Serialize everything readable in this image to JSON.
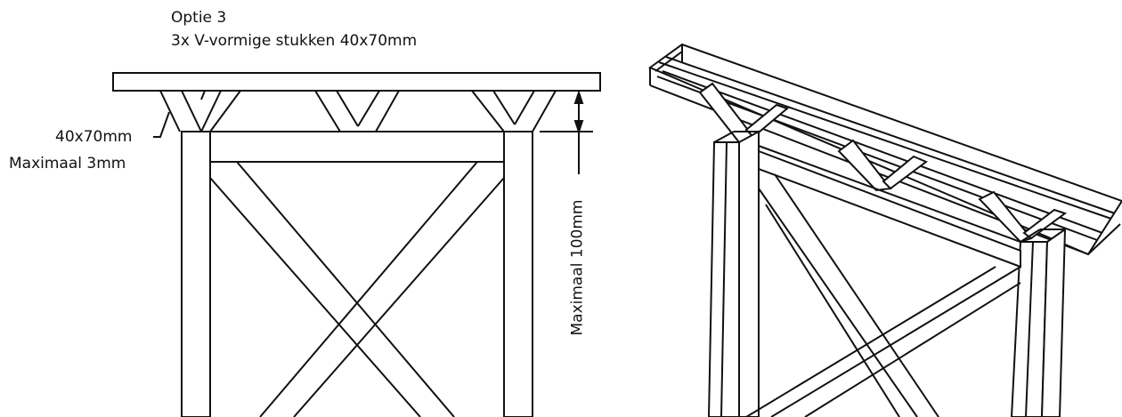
{
  "title_line1": "Optie 3",
  "title_line2": "3x V-vormige stukken 40x70mm",
  "label_size": "40x70mm",
  "label_gap": "Maximaal 3mm",
  "label_height": "Maximaal 100mm"
}
